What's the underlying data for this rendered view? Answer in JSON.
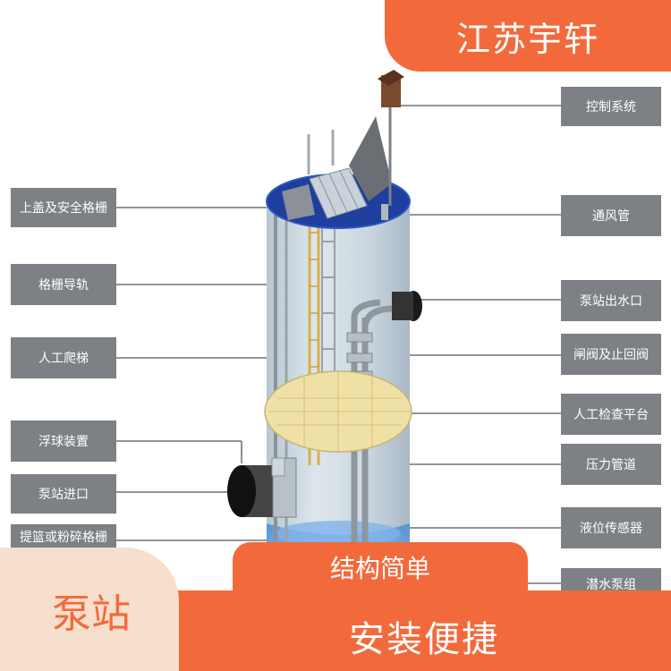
{
  "brand": "江苏宇轩",
  "labels_left": [
    "上盖及安全格栅",
    "格栅导轨",
    "人工爬梯",
    "浮球装置",
    "泵站进口",
    "提篮或粉碎格栅"
  ],
  "labels_right": [
    "控制系统",
    "通风管",
    "泵站出水口",
    "闸阀及止回阀",
    "人工检查平台",
    "压力管道",
    "液位传感器",
    "潜水泵组"
  ],
  "banner": {
    "top_text": "结构简单",
    "left_text": "泵站",
    "main_text": "安装便捷"
  },
  "colors": {
    "accent": "#f26a3c",
    "label_bg": "#7d8084",
    "cylinder_top": "#1f3f9e",
    "platform": "#efe0a6",
    "card": "#f6dfcc"
  }
}
